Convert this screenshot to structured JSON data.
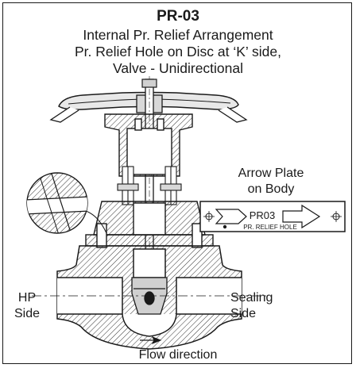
{
  "title": "PR-03",
  "subtitle_lines": [
    "Internal Pr. Relief Arrangement",
    "Pr. Relief Hole on Disc at ‘K’ side,",
    "Valve - Unidirectional"
  ],
  "arrow_plate": {
    "label_lines": [
      "Arrow Plate",
      "on Body"
    ],
    "code": "PR03",
    "note": "PR. RELIEF HOLE"
  },
  "hp_side_lines": [
    "HP",
    "Side"
  ],
  "sealing_side_lines": [
    "Sealing",
    "Side"
  ],
  "flow_label": "Flow direction",
  "icons": [
    "handwheel-icon",
    "flow-arrow-icon",
    "plate-arrow-icon",
    "mounting-hole-icon"
  ]
}
